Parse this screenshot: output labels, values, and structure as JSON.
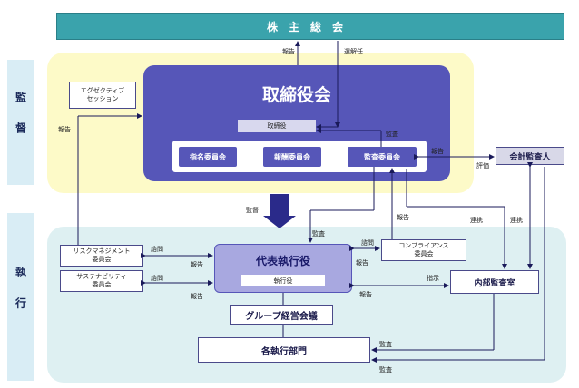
{
  "shareholders": "株主総会",
  "side_labels": {
    "supervision": "監督",
    "execution": "執行"
  },
  "board": {
    "title": "取締役会",
    "members_label": "取締役"
  },
  "committees": [
    "指名委員会",
    "報酬委員会",
    "監査委員会"
  ],
  "executive_session": "エグゼクティブ\nセッション",
  "auditor": "会計監査人",
  "ceo": {
    "title": "代表執行役",
    "members_label": "執行役"
  },
  "group_meeting": "グループ経営会議",
  "departments": "各執行部門",
  "risk_committee": "リスクマネジメント\n委員会",
  "sustainability_committee": "サステナビリティ\n委員会",
  "compliance_committee": "コンプライアンス\n委員会",
  "internal_audit": "内部監査室",
  "big_arrow_label": "監督",
  "edge_labels": {
    "report_to_sh": "報告",
    "elect_dismiss": "選解任",
    "risk_report_up": "報告",
    "audit_cmte": "監査",
    "auditor_report": "報告",
    "evaluation": "評価",
    "audit_to_ceo": "監査",
    "compliance_report": "報告",
    "coop_audit": "連携",
    "coop_auditor": "連携",
    "consult_compliance": "諮問",
    "report_compliance": "報告",
    "consult_risk": "諮問",
    "report_risk": "報告",
    "consult_sust": "諮問",
    "report_sust": "報告",
    "instruct": "指示",
    "report_internal": "報告",
    "audit_dept1": "監査",
    "audit_dept2": "監査"
  }
}
